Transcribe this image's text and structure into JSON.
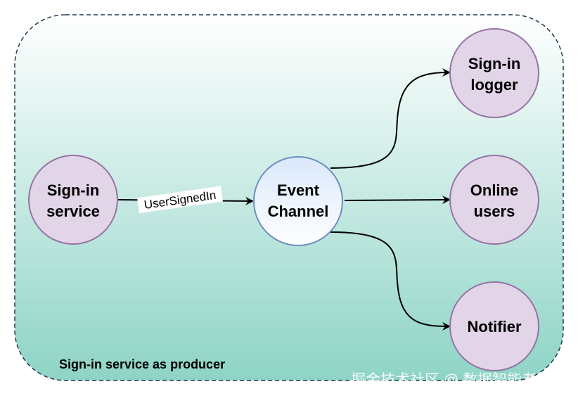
{
  "diagram": {
    "container_caption": "Sign-in service as producer",
    "nodes": {
      "sign_in_service": {
        "line1": "Sign-in",
        "line2": "service"
      },
      "event_channel": {
        "line1": "Event",
        "line2": "Channel"
      },
      "sign_in_logger": {
        "line1": "Sign-in",
        "line2": "logger"
      },
      "online_users": {
        "line1": "Online",
        "line2": "users"
      },
      "notifier": {
        "line1": "Notifier"
      }
    },
    "edges": {
      "service_to_channel": {
        "label": "UserSignedIn"
      }
    }
  },
  "watermark": "掘金技术社区 @ 数据智能老司机",
  "colors": {
    "container_top": "#ffffff",
    "container_bottom": "#8ed4c6",
    "container_border": "#1f3a4f",
    "consumer_fill": "#e1d5e7",
    "consumer_stroke": "#9673a6",
    "channel_fill_top": "#dae8fc",
    "channel_stroke": "#6c8ebf",
    "arrow": "#000000"
  }
}
